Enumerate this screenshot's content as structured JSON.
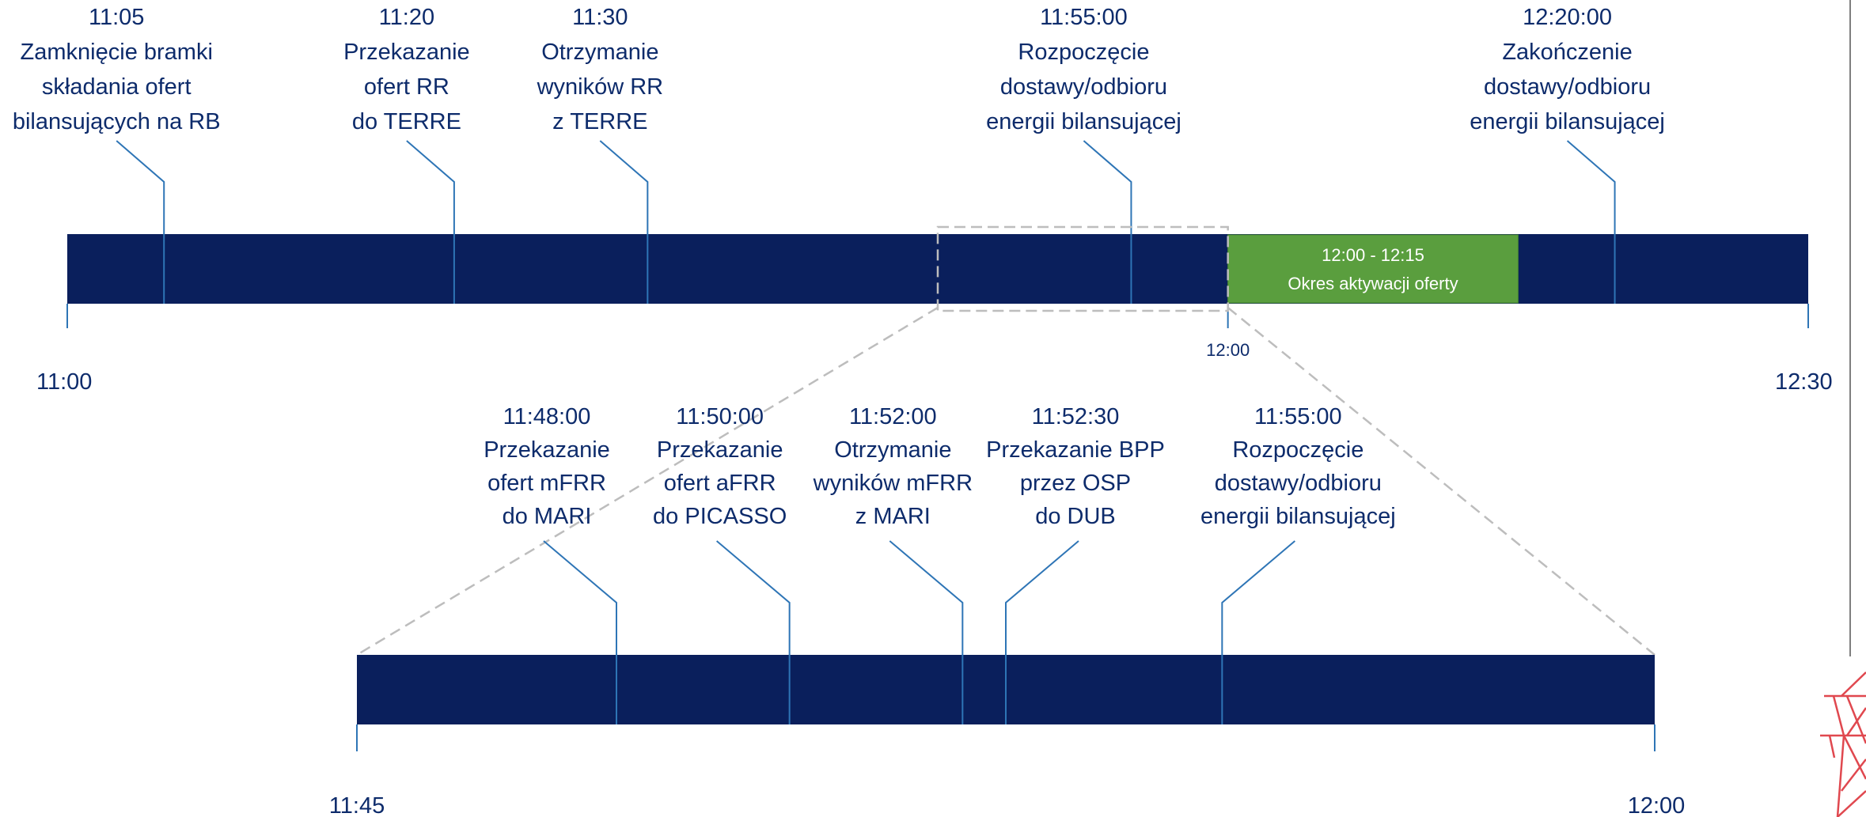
{
  "colors": {
    "bar": "#0a1f5c",
    "callout": "#2e75b6",
    "text": "#0d2b6b",
    "activation": "#5a9e3e",
    "dashed": "#bdbdbd",
    "tower": "#e0484f",
    "frame": "#7f7f7f"
  },
  "timeline_top": {
    "start_label": "11:00",
    "end_label": "12:30",
    "mid_label": "12:00",
    "start_minutes": 660,
    "end_minutes": 750,
    "mid_minutes": 720,
    "events": [
      {
        "minutes": 665,
        "time": "11:05",
        "lines": [
          "Zamknięcie bramki",
          "składania ofert",
          "bilansujących na RB"
        ]
      },
      {
        "minutes": 680,
        "time": "11:20",
        "lines": [
          "Przekazanie",
          "ofert RR",
          "do TERRE"
        ]
      },
      {
        "minutes": 690,
        "time": "11:30",
        "lines": [
          "Otrzymanie",
          "wyników RR",
          "z TERRE"
        ]
      },
      {
        "minutes": 715,
        "time": "11:55:00",
        "lines": [
          "Rozpoczęcie",
          "dostawy/odbioru",
          "energii bilansującej"
        ]
      },
      {
        "minutes": 740,
        "time": "12:20:00",
        "lines": [
          "Zakończenie",
          "dostawy/odbioru",
          "energii bilansującej"
        ]
      }
    ],
    "activation": {
      "start_minutes": 720,
      "end_minutes": 735,
      "time": "12:00 - 12:15",
      "label": "Okres aktywacji oferty"
    },
    "zoom_window": {
      "start_minutes": 705,
      "end_minutes": 720
    }
  },
  "timeline_bottom": {
    "start_label": "11:45",
    "end_label": "12:00",
    "start_minutes": 705,
    "end_minutes": 720,
    "events": [
      {
        "minutes": 708,
        "time": "11:48:00",
        "lines": [
          "Przekazanie",
          "ofert mFRR",
          "do MARI"
        ]
      },
      {
        "minutes": 710,
        "time": "11:50:00",
        "lines": [
          "Przekazanie",
          "ofert aFRR",
          "do PICASSO"
        ]
      },
      {
        "minutes": 712,
        "time": "11:52:00",
        "lines": [
          "Otrzymanie",
          "wyników mFRR",
          "z MARI"
        ]
      },
      {
        "minutes": 712.5,
        "time": "11:52:30",
        "lines": [
          "Przekazanie BPP",
          "przez OSP",
          "do DUB"
        ]
      },
      {
        "minutes": 715,
        "time": "11:55:00",
        "lines": [
          "Rozpoczęcie",
          "dostawy/odbioru",
          "energii bilansującej"
        ]
      }
    ]
  }
}
